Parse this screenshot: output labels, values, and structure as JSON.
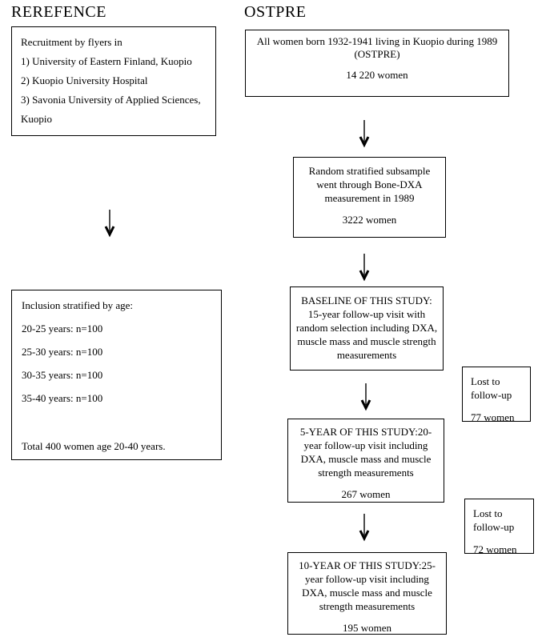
{
  "colors": {
    "text": "#000000",
    "border": "#000000",
    "background": "#ffffff"
  },
  "left_column": {
    "header": "REREFENCE",
    "recruitment_box": {
      "lines": [
        "Recruitment by flyers in",
        "1) University of Eastern Finland, Kuopio",
        "2) Kuopio University Hospital",
        "3) Savonia University of Applied Sciences,",
        "Kuopio"
      ]
    },
    "inclusion_box": {
      "lines": [
        "Inclusion stratified by age:",
        "20-25 years: n=100",
        "25-30 years: n=100",
        "30-35 years: n=100",
        "35-40 years: n=100"
      ],
      "total": "Total 400 women age 20-40 years."
    }
  },
  "right_column": {
    "header": "OSTPRE",
    "ostpre_box": {
      "lines": [
        "All women born 1932-1941 living in Kuopio during 1989",
        "(OSTPRE)"
      ],
      "count": "14 220 women"
    },
    "subsample_box": {
      "lines": [
        "Random stratified subsample",
        "went through Bone-DXA",
        "measurement in 1989"
      ],
      "count": "3222 women"
    },
    "baseline_box": {
      "lines": [
        "BASELINE OF THIS STUDY:",
        "15-year follow-up visit with",
        "random selection including DXA,",
        "muscle mass and muscle strength",
        "measurements"
      ]
    },
    "five_year_box": {
      "lines": [
        "5-YEAR OF THIS STUDY:20-",
        "year follow-up visit including",
        "DXA, muscle mass and muscle",
        "strength measurements"
      ],
      "count": "267 women"
    },
    "ten_year_box": {
      "lines": [
        "10-YEAR OF THIS STUDY:25-",
        "year follow-up visit including",
        "DXA, muscle mass and muscle",
        "strength measurements"
      ],
      "count": "195 women"
    },
    "lost_box_1": {
      "lines": [
        "Lost to",
        "follow-up"
      ],
      "count": "77 women"
    },
    "lost_box_2": {
      "lines": [
        "Lost to",
        "follow-up"
      ],
      "count": "72 women"
    }
  }
}
